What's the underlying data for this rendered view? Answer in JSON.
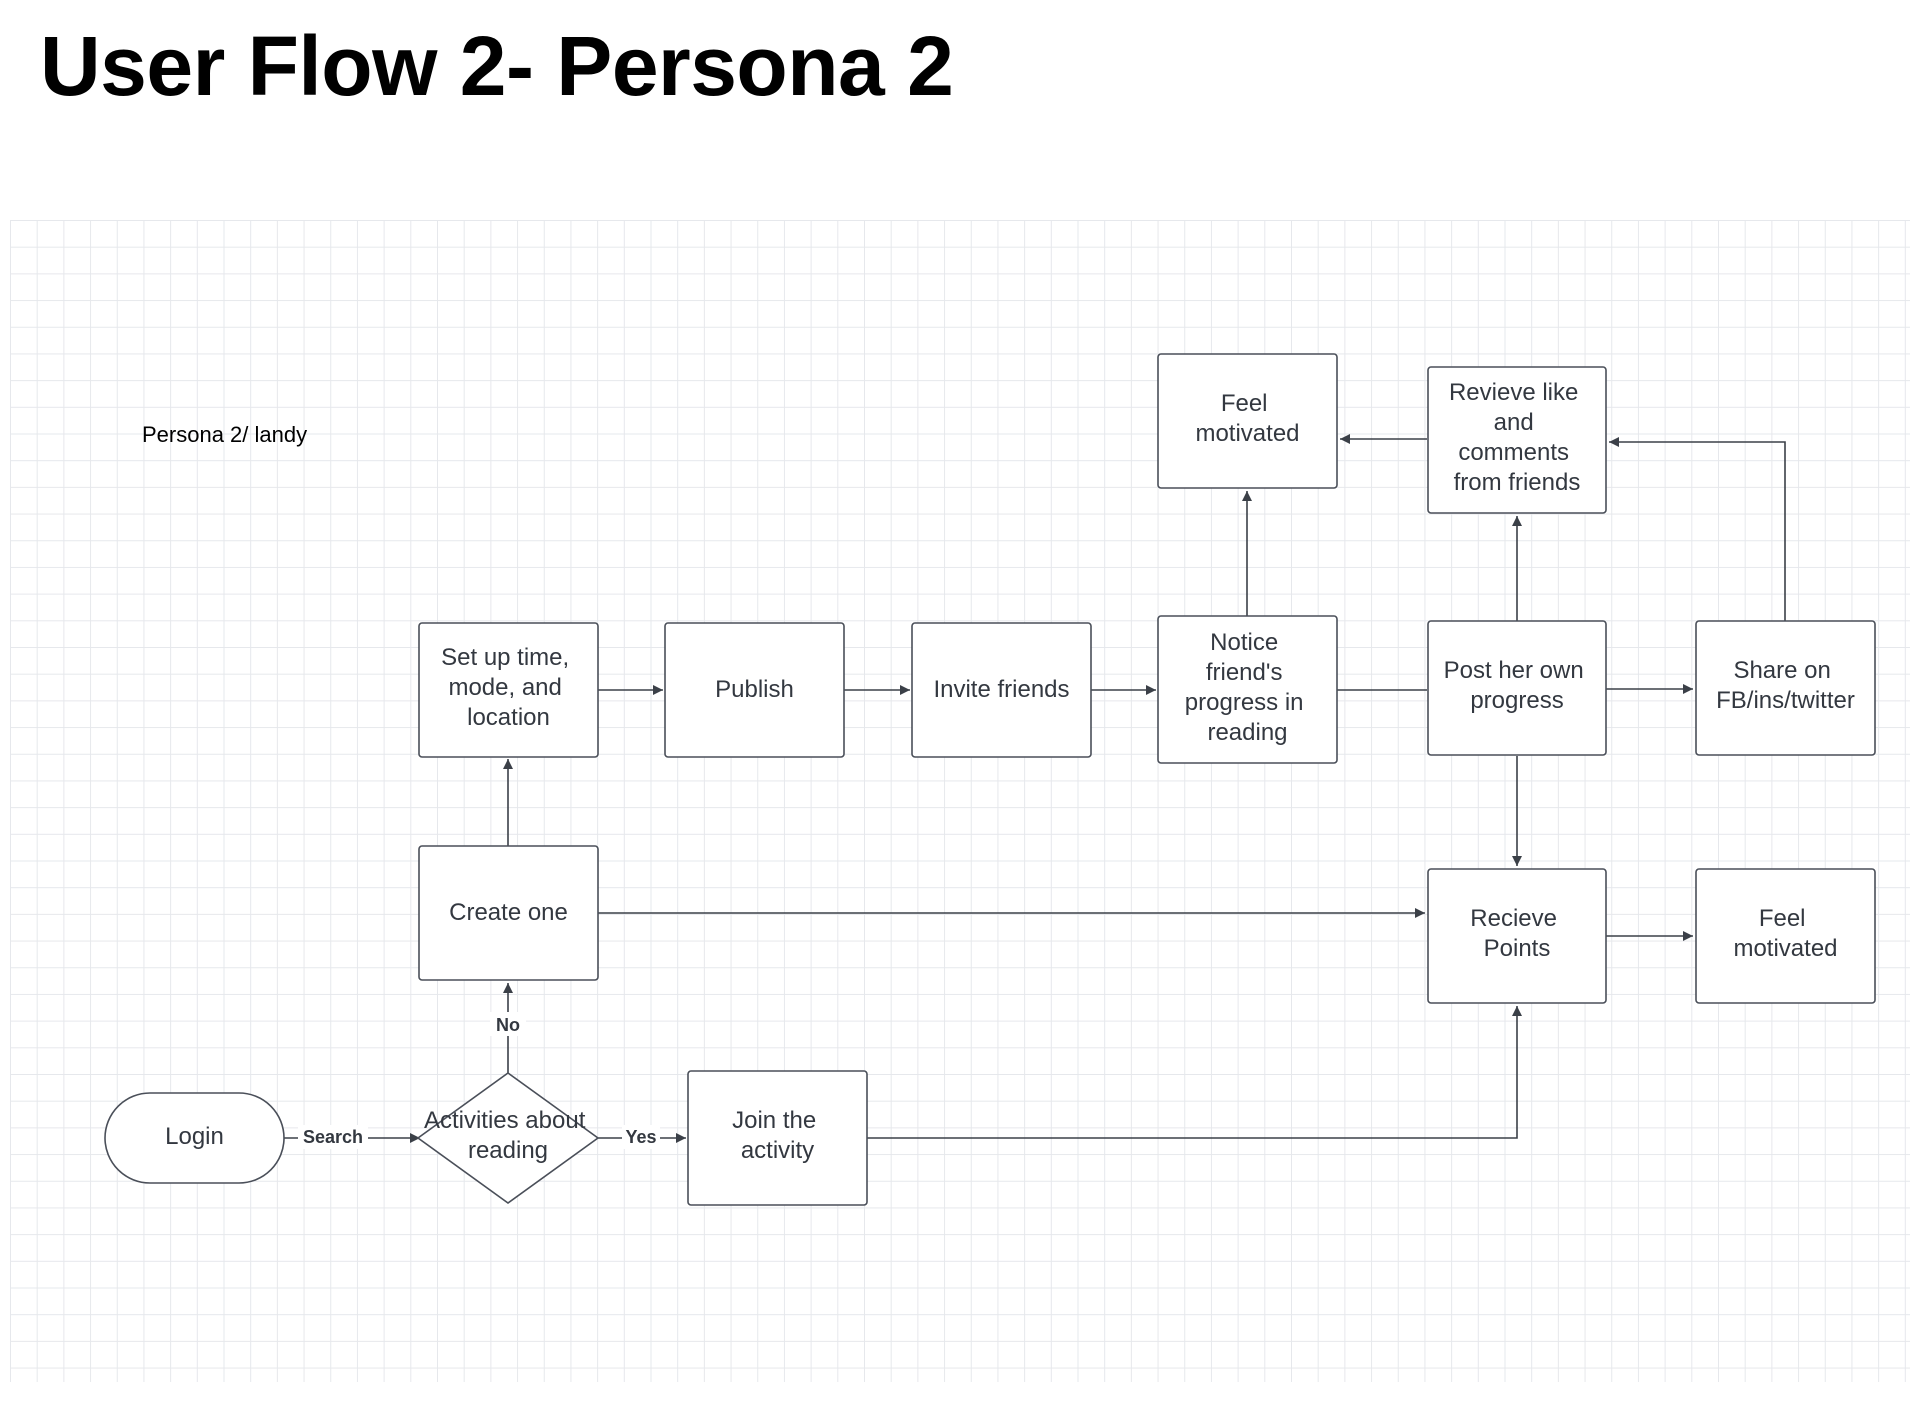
{
  "page_title": "User Flow 2- Persona 2",
  "persona_label": "Persona 2/ landy",
  "colors": {
    "stroke": "#4a4f59",
    "text": "#333840",
    "grid": "#e6e8ec"
  },
  "nodes": {
    "login": "Login",
    "decision": [
      "Activities about",
      "reading"
    ],
    "join": [
      "Join the",
      "activity"
    ],
    "create": "Create one",
    "setup": [
      "Set up time,",
      "mode, and",
      "location"
    ],
    "publish": "Publish",
    "invite": "Invite friends",
    "notice": [
      "Notice",
      "friend's",
      "progress in",
      "reading"
    ],
    "feel_top": [
      "Feel",
      "motivated"
    ],
    "receive_likes": [
      "Revieve like",
      "and",
      "comments",
      "from friends"
    ],
    "post": [
      "Post her own",
      "progress"
    ],
    "share": [
      "Share on",
      "FB/ins/twitter"
    ],
    "points": [
      "Recieve",
      "Points"
    ],
    "feel_bottom": [
      "Feel",
      "motivated"
    ]
  },
  "edge_labels": {
    "search": "Search",
    "yes": "Yes",
    "no": "No"
  }
}
